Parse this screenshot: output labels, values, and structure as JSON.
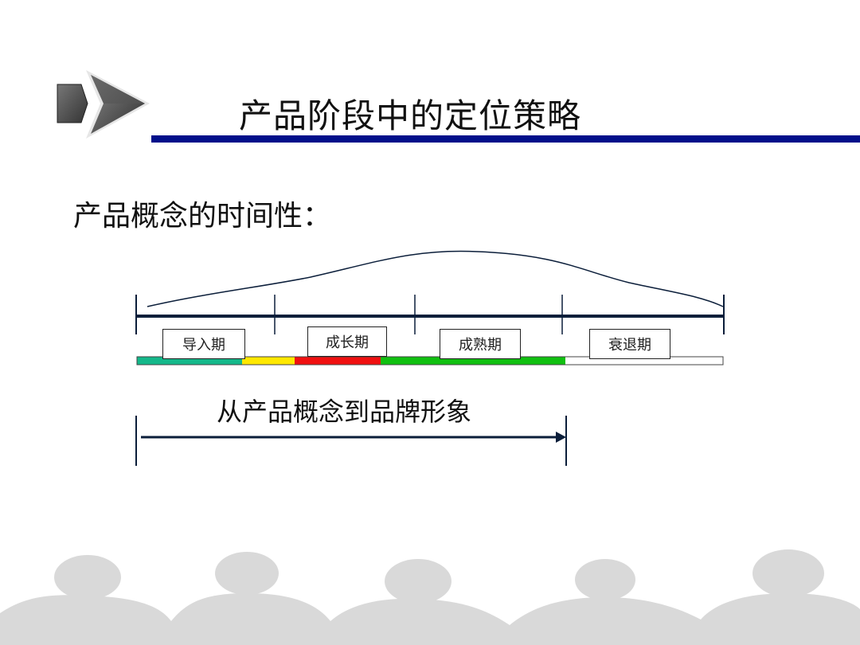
{
  "slide": {
    "title": "产品阶段中的定位策略",
    "subtitle": "产品概念的时间性：",
    "arrow_label": "从产品概念到品牌形象"
  },
  "stages": [
    {
      "label": "导入期"
    },
    {
      "label": "成长期"
    },
    {
      "label": "成熟期"
    },
    {
      "label": "衰退期"
    }
  ],
  "colors": {
    "title_rule": "#000f8a",
    "timeline": "#0b1e3a",
    "bar_segments": [
      "#14b88a",
      "#ffe800",
      "#f01010",
      "#10c010",
      "#ffffff"
    ],
    "crowd": "#d9d9d9"
  },
  "icons": {
    "logo": "arrow-chevron-icon",
    "background": "crowd-silhouette"
  }
}
